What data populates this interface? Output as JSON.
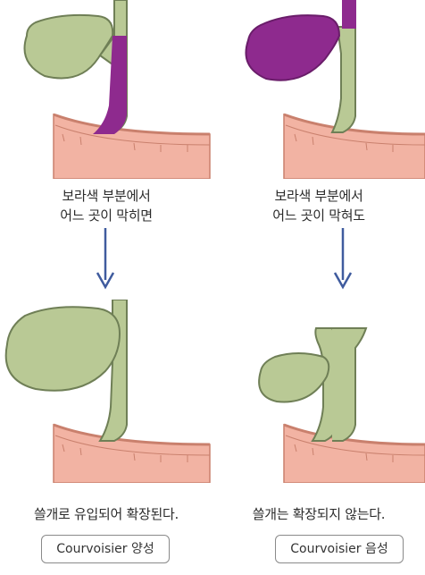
{
  "top_left": {
    "line1": "보라색 부분에서",
    "line2": "어느 곳이 막히면"
  },
  "top_right": {
    "line1": "보라색 부분에서",
    "line2": "어느 곳이 막혀도"
  },
  "bottom_left": {
    "caption": "쓸개로 유입되어 확장된다.",
    "badge": "Courvoisier 양성"
  },
  "bottom_right": {
    "caption": "쓸개는 확장되지 않는다.",
    "badge": "Courvoisier 음성"
  },
  "colors": {
    "gallbladder": "#b9c995",
    "outline": "#6f7f56",
    "obstruction": "#8e2a8e",
    "intestine": "#f2b3a3",
    "intestine_outline": "#c9806d",
    "arrow": "#3f5b9e"
  }
}
